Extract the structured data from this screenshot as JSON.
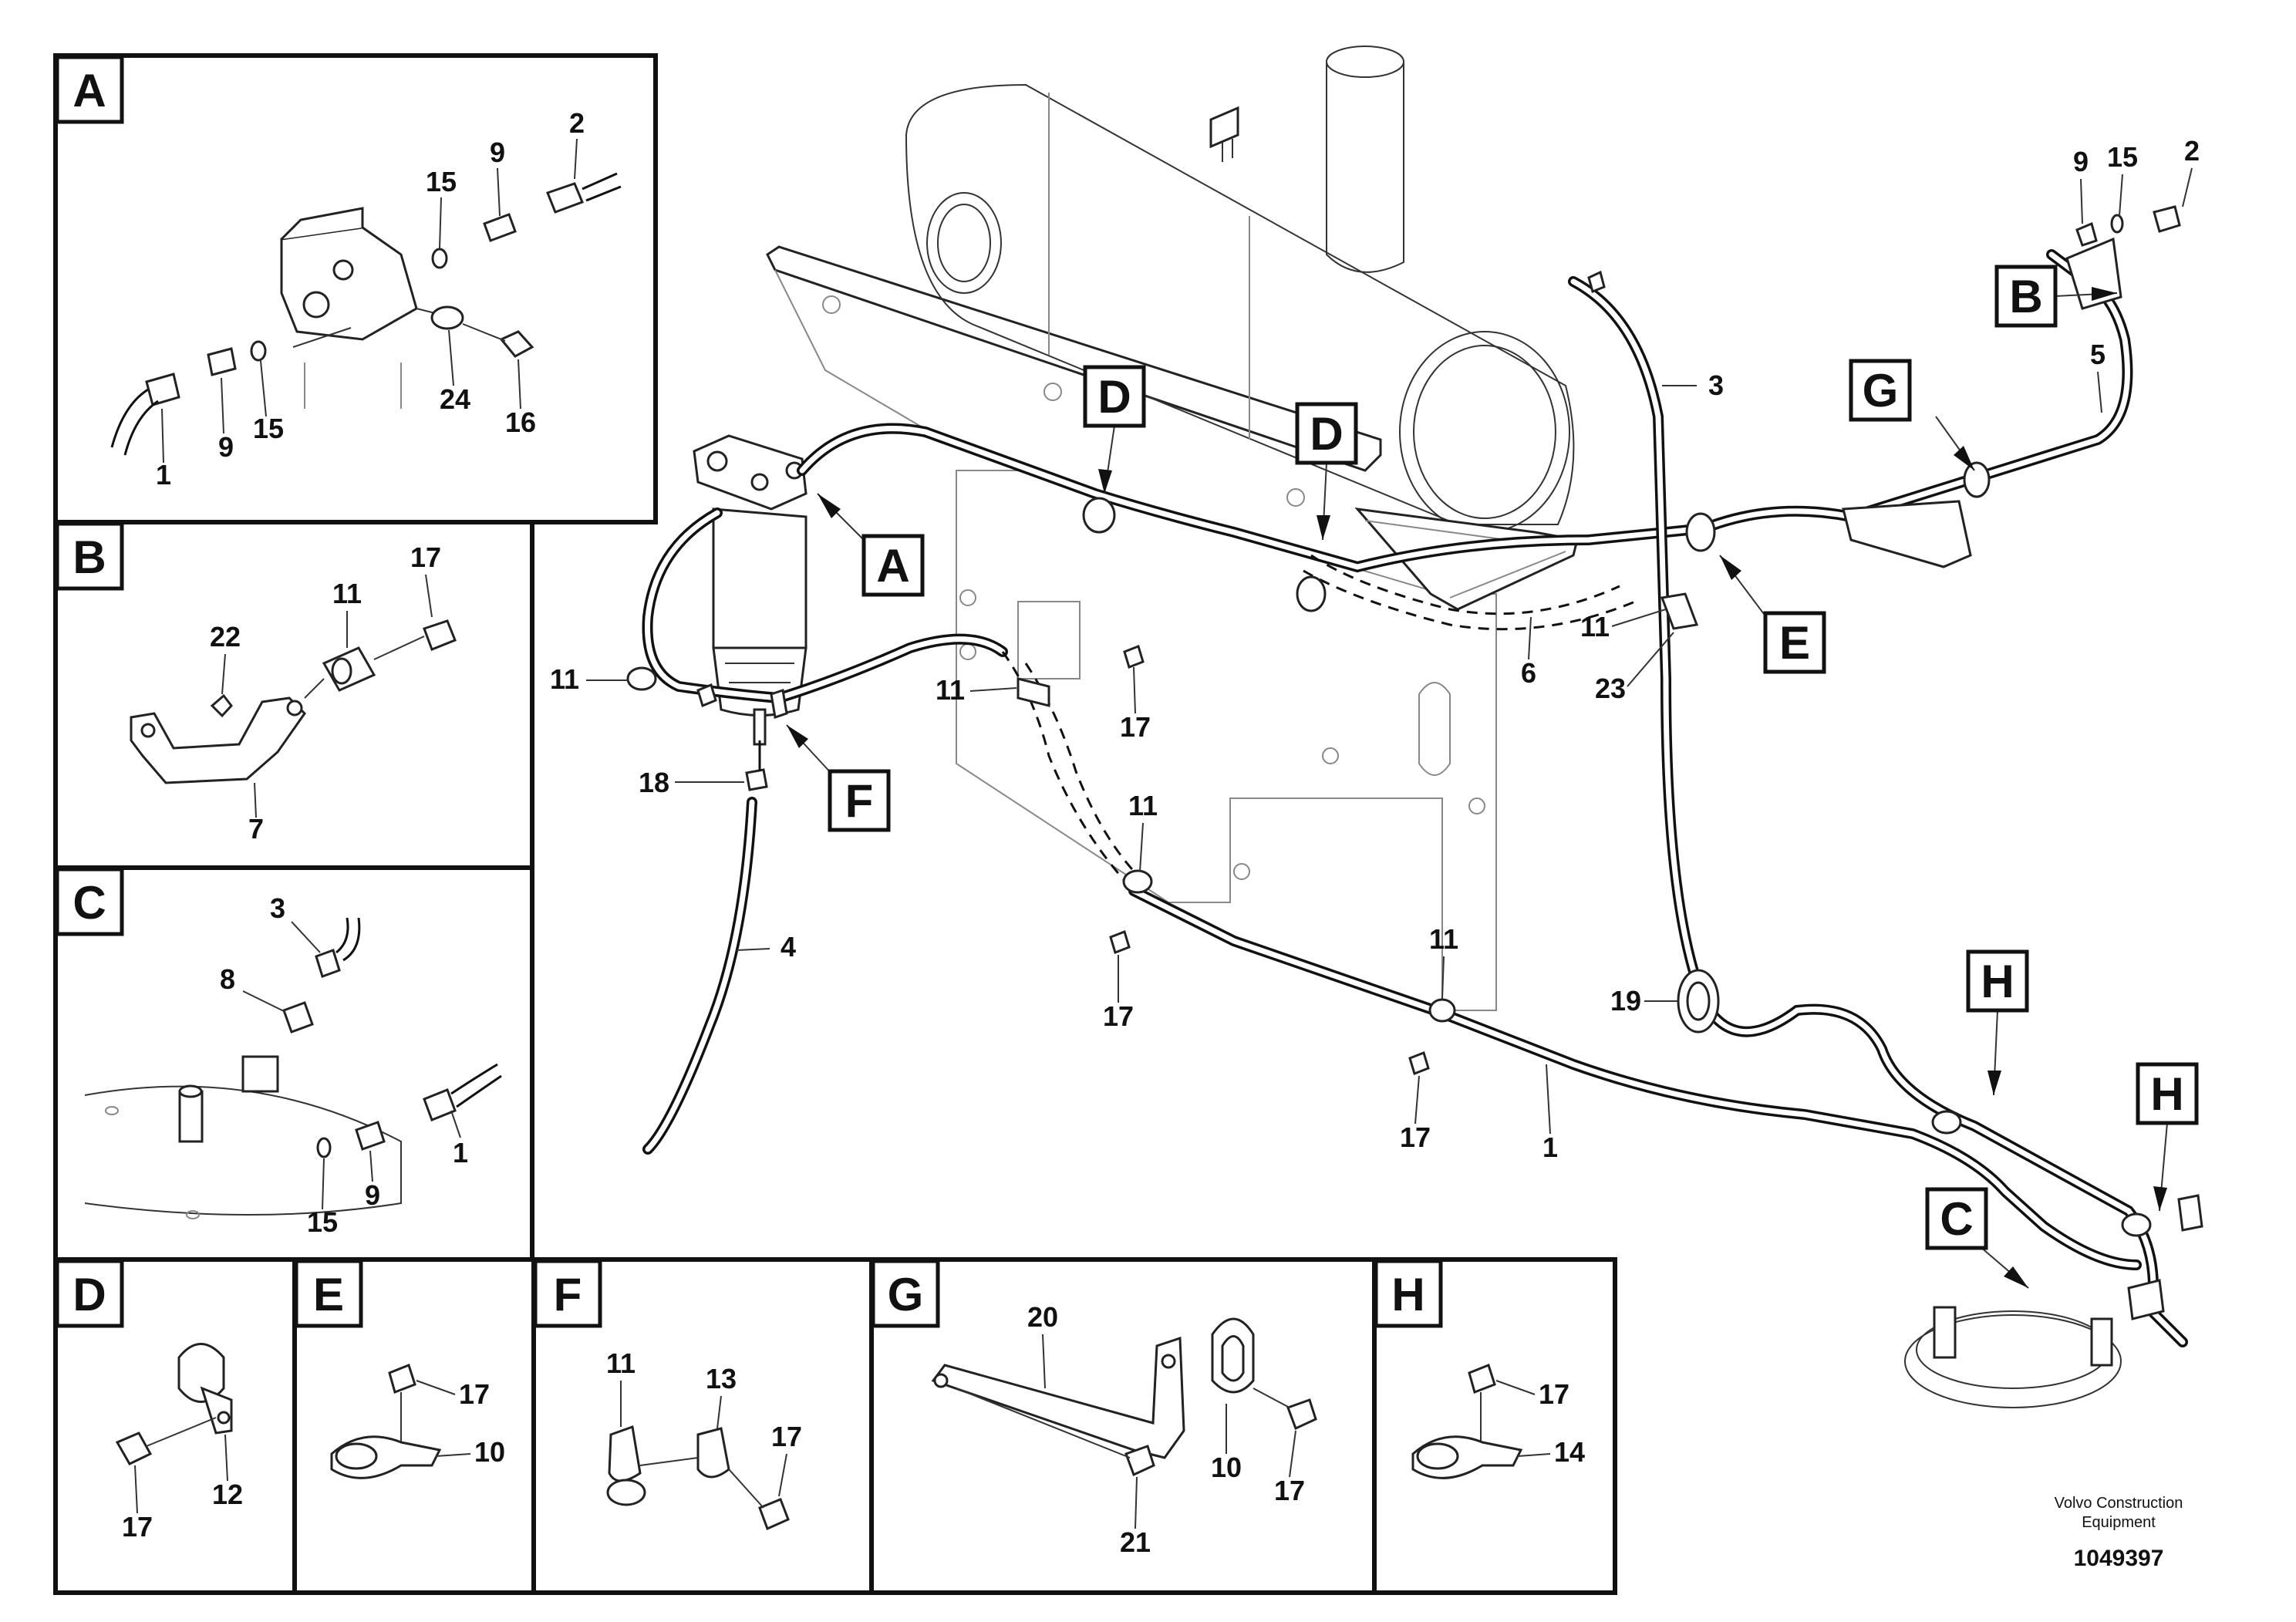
{
  "detail_views": {
    "A": {
      "letter": "A",
      "callouts": [
        "2",
        "9",
        "15",
        "1",
        "9",
        "15",
        "24",
        "16"
      ]
    },
    "B": {
      "letter": "B",
      "callouts": [
        "17",
        "11",
        "22",
        "7"
      ]
    },
    "C": {
      "letter": "C",
      "callouts": [
        "3",
        "8",
        "1",
        "15",
        "9"
      ]
    },
    "D": {
      "letter": "D",
      "callouts": [
        "17",
        "12"
      ]
    },
    "E": {
      "letter": "E",
      "callouts": [
        "17",
        "10"
      ]
    },
    "F": {
      "letter": "F",
      "callouts": [
        "11",
        "13",
        "17"
      ]
    },
    "G": {
      "letter": "G",
      "callouts": [
        "20",
        "10",
        "17",
        "21"
      ]
    },
    "H": {
      "letter": "H",
      "callouts": [
        "17",
        "14"
      ]
    }
  },
  "main_view": {
    "tags": [
      "A",
      "B",
      "C",
      "D",
      "D",
      "E",
      "F",
      "G",
      "H",
      "H"
    ],
    "callouts": [
      "9",
      "15",
      "2",
      "3",
      "5",
      "11",
      "6",
      "23",
      "11",
      "18",
      "11",
      "17",
      "11",
      "4",
      "17",
      "11",
      "17",
      "19",
      "1"
    ]
  },
  "footer": {
    "publisher_line1": "Volvo Construction",
    "publisher_line2": "Equipment",
    "drawing_number": "1049397"
  }
}
